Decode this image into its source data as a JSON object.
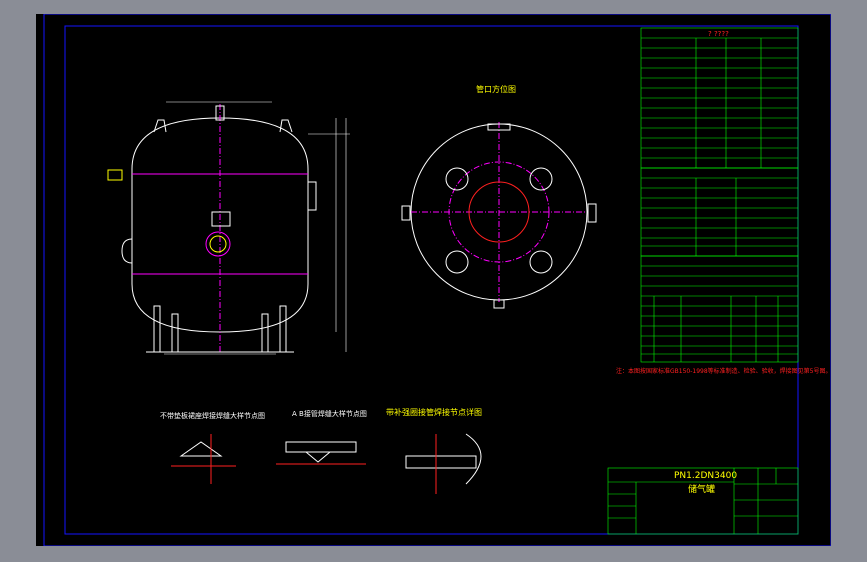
{
  "views": {
    "nozzle_view_title": "管口方位图",
    "detail_1_title": "不带垫板裙座焊接焊缝大样节点图",
    "detail_2_title": "A B接管焊缝大样节点图",
    "detail_3_title": "带补强圈接管焊接节点详图"
  },
  "tables": {
    "design_title": "? ????"
  },
  "notes": {
    "technical_note": "注：本图按国家标准GB150-1998等标准制造、检验、验收，焊接图见第5号图。"
  },
  "title_block": {
    "drawing_name_line1": "PN1.2DN3400",
    "drawing_name_line2": "储气罐"
  },
  "colors": {
    "frame": "#8a8d96",
    "canvas": "#000000",
    "border": "#1414ff",
    "table": "#00ff00",
    "text": "#ff2020",
    "dims": "#ffffff",
    "centerline": "#ff00ff",
    "title": "#ffff00"
  }
}
